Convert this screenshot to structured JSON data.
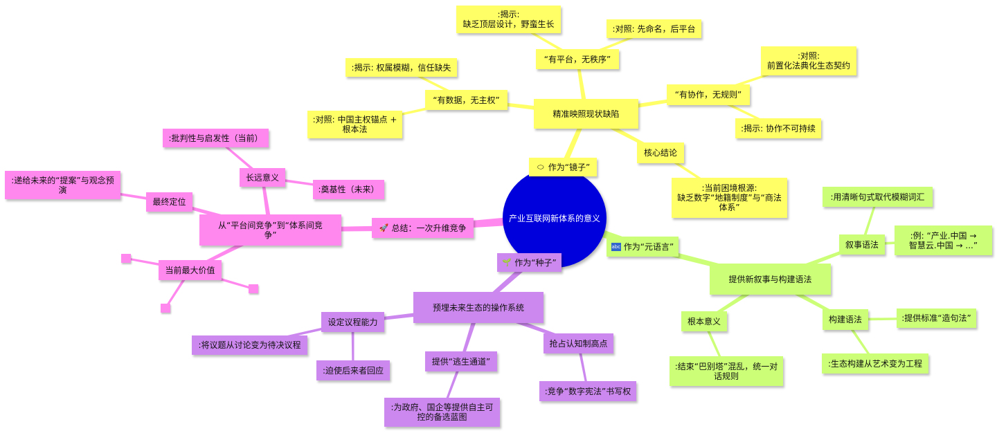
{
  "colors": {
    "center": "#0000dd",
    "mirror": "#ffff66",
    "summary": "#ff88ee",
    "seed": "#cc88ee",
    "meta": "#ccff77"
  },
  "center": {
    "label": "产业互联网新体系的意义"
  },
  "mirror": {
    "label": "作为“镜子”",
    "icon": "mirror-icon",
    "main": "精准映照现状缺陷",
    "no_order": "“有平台，无秩序”",
    "no_order_reveal": ":揭示:\n缺乏顶层设计，野蛮生长",
    "no_order_contrast": ":对照: 先命名，后平台",
    "no_owner": "“有数据，无主权”",
    "no_owner_reveal": ":揭示: 权属模糊，信任缺失",
    "no_owner_contrast": ":对照: 中国主权锚点 +\n根本法",
    "no_rules": "“有协作，无规则”",
    "no_rules_contrast": ":对照:\n前置化法典化生态契约",
    "no_rules_reveal": ":揭示: 协作不可持续",
    "conclusion": "核心结论",
    "root_cause": ":当前困境根源:\n缺乏数字“地籍制度”与“商法\n体系”"
  },
  "summary": {
    "label": "总结：一次升维竞争",
    "icon": "rocket-icon",
    "main": "从“平台间竞争”到“体系间竞\n争”",
    "longterm": "长远意义",
    "critical": ":批判性与启发性（当前）",
    "foundation": ":奠基性（未来）",
    "final": "最终定位",
    "proposal": ":递给未来的“提案”与观念预\n演",
    "value": "当前最大价值"
  },
  "seed": {
    "label": "作为“种子”",
    "icon": "sprout-icon",
    "main": "预埋未来生态的操作系统",
    "agenda": "设定议程能力",
    "agenda_a": ":将议题从讨论变为待决议程",
    "agenda_b": ":迫使后来者回应",
    "escape": "提供“逃生通道”",
    "escape_a": ":为政府、国企等提供自主可\n控的备选蓝图",
    "high": "抢占认知制高点",
    "high_a": ":竞争“数字宪法”书写权"
  },
  "meta": {
    "label": "作为“元语言”",
    "icon": "abc-icon",
    "icon_text": "abc",
    "main": "提供新叙事与构建语法",
    "narrative": "叙事语法",
    "narrative_a": ":用清晰句式取代模糊词汇",
    "narrative_b": ":例: “产业.中国 →\n智慧云.中国 → ...”",
    "fundamental": "根本意义",
    "fundamental_a": ":结束“巴别塔”混乱，统一对\n话规则",
    "construct": "构建语法",
    "construct_a": ":提供标准“造句法”",
    "construct_b": ":生态构建从艺术变为工程"
  }
}
